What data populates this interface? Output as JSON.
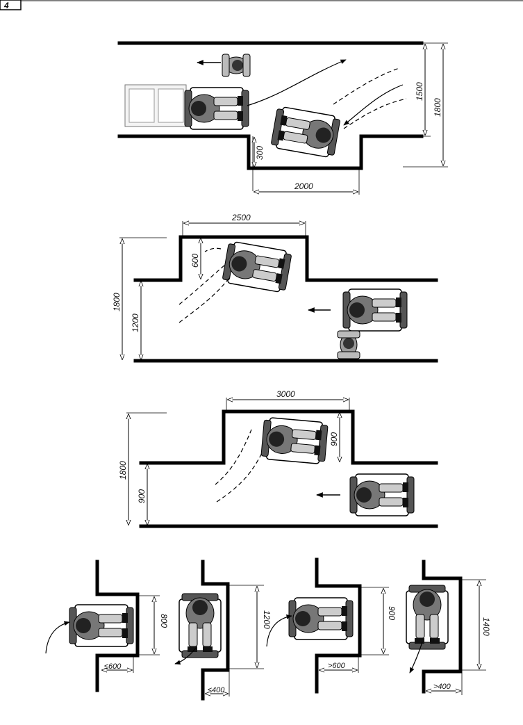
{
  "page": {
    "number": "4"
  },
  "diagram1": {
    "dim_width": "2000",
    "dim_recess_depth": "300",
    "dim_inner": "1500",
    "dim_outer": "1800"
  },
  "diagram2": {
    "dim_width": "2500",
    "dim_recess_depth": "600",
    "dim_corridor": "1200",
    "dim_total": "1800"
  },
  "diagram3": {
    "dim_width": "3000",
    "dim_recess_depth": "900",
    "dim_corridor": "900",
    "dim_total": "1800"
  },
  "bottom": {
    "a_depth": "800",
    "a_width": "≤600",
    "b_depth": "1200",
    "b_width": "≤400",
    "c_depth": "900",
    "c_width": ">600",
    "d_depth": "1400",
    "d_width": ">400"
  }
}
